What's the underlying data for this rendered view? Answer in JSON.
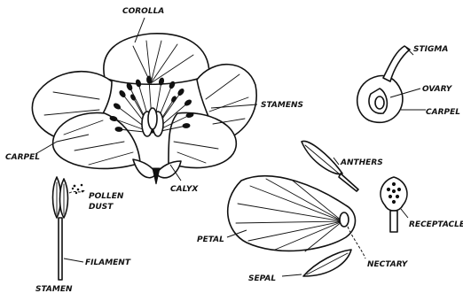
{
  "labels": {
    "corolla": "COROLLA",
    "stamens": "STAMENS",
    "carpel_left": "CARPEL",
    "calyx": "CALYX",
    "pollen_dust_line1": "POLLEN",
    "pollen_dust_line2": "DUST",
    "filament": "FILAMENT",
    "stamen": "STAMEN",
    "stigma": "STIGMA",
    "ovary": "OVARY",
    "carpel_right": "CARPEL",
    "anthers": "ANTHERS",
    "receptacle": "RECEPTACLE",
    "petal": "PETAL",
    "sepal": "SEPAL",
    "nectary": "NECTARY"
  },
  "colors": {
    "ink": "#111111",
    "paper": "#ffffff"
  }
}
